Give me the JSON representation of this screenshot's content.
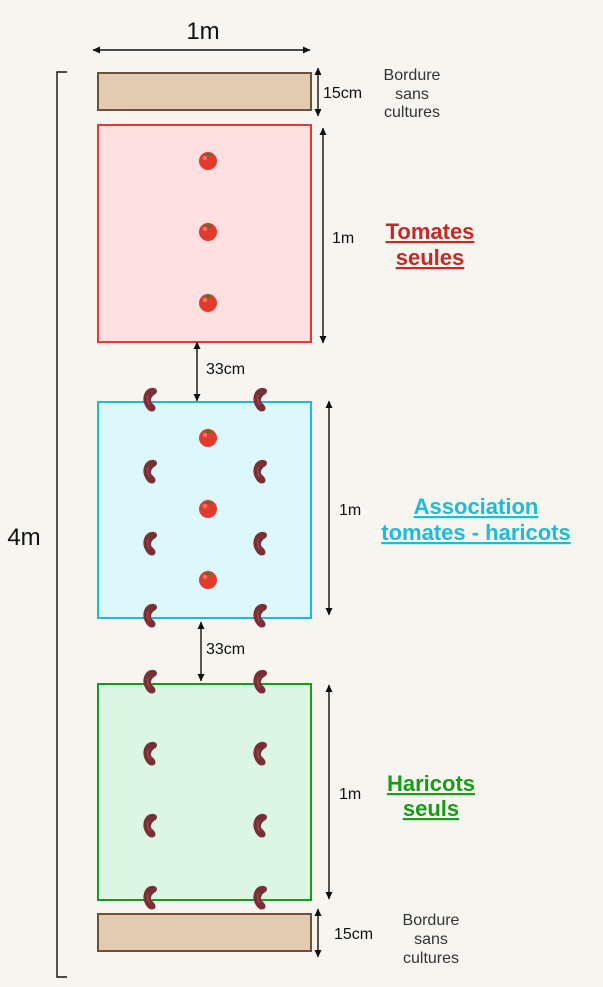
{
  "top_width_label": "1m",
  "total_height_label": "4m",
  "colors": {
    "tomato_zone": "#e53935",
    "association_zone": "#1bbcd6",
    "beans_zone": "#1a9a1a",
    "border_strip": "#e2cbb1",
    "bean": "#7a2f36",
    "tomato": "#e23a2c"
  },
  "borders": {
    "top": {
      "size_label": "15cm",
      "note_lines": [
        "Bordure",
        "sans",
        "cultures"
      ]
    },
    "bottom": {
      "size_label": "15cm",
      "note_lines": [
        "Bordure",
        "sans",
        "cultures"
      ]
    }
  },
  "zones": {
    "tomatoes": {
      "title_lines": [
        "Tomates",
        "seules"
      ],
      "size_label": "1m",
      "plants": [
        "tomato",
        "tomato",
        "tomato"
      ]
    },
    "association": {
      "title_lines": [
        "Association",
        "tomates - haricots"
      ],
      "size_label": "1m",
      "plants": [
        "tomato",
        "tomato",
        "tomato",
        "bean",
        "bean",
        "bean",
        "bean",
        "bean",
        "bean",
        "bean",
        "bean"
      ]
    },
    "beans": {
      "title_lines": [
        "Haricots",
        "seuls"
      ],
      "size_label": "1m",
      "plants": [
        "bean",
        "bean",
        "bean",
        "bean",
        "bean",
        "bean",
        "bean",
        "bean"
      ]
    }
  },
  "gaps": [
    {
      "label": "33cm"
    },
    {
      "label": "33cm"
    }
  ]
}
